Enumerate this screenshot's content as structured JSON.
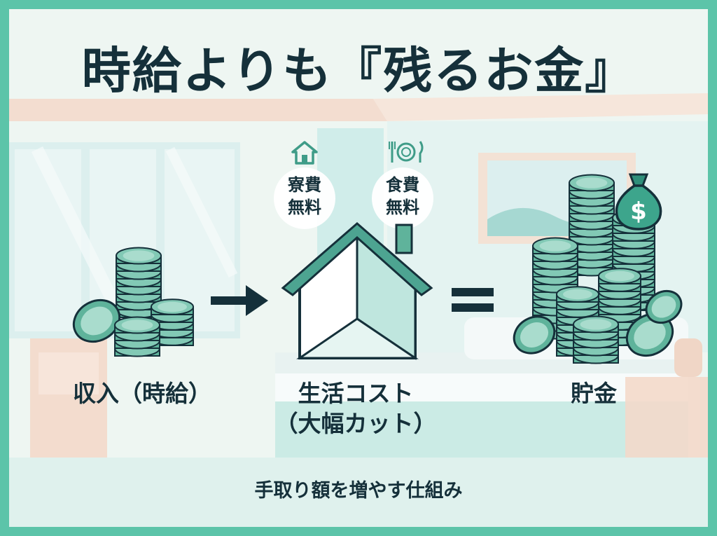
{
  "title": "時給よりも『残るお金』",
  "income": {
    "label": "収入（時給）"
  },
  "cost": {
    "line1": "生活コスト",
    "line2": "（大幅カット）",
    "badges": [
      {
        "line1": "寮費",
        "line2": "無料",
        "icon": "house-icon"
      },
      {
        "line1": "食費",
        "line2": "無料",
        "icon": "fork-plate-knife-icon"
      }
    ]
  },
  "savings": {
    "label": "貯金",
    "icon": "money-bag-icon"
  },
  "operators": [
    "→",
    "＝"
  ],
  "footer": "手取り額を増やす仕組み",
  "colors": {
    "border": "#5cc4a9",
    "coin": "#5fb39b",
    "dark": "#15303a",
    "house_roof": "#4da491"
  }
}
